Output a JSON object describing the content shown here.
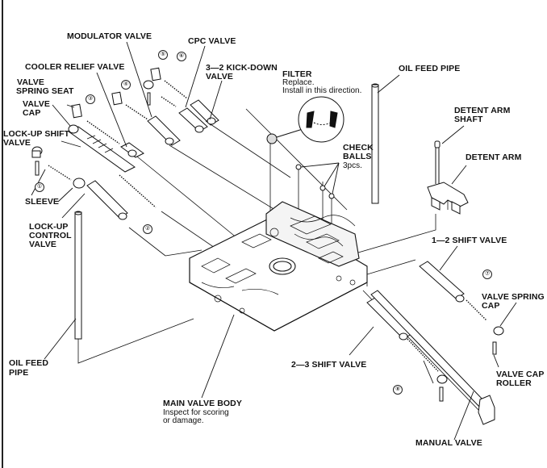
{
  "diagram": {
    "title": "Main Valve Body Exploded View",
    "labels": {
      "modulator_valve": "MODULATOR VALVE",
      "cpc_valve": "CPC VALVE",
      "kickdown_valve_1": "3—2  KICK-DOWN",
      "kickdown_valve_2": "VALVE",
      "cooler_relief_valve": "COOLER RELIEF VALVE",
      "valve_spring_seat_1": "VALVE",
      "valve_spring_seat_2": "SPRING SEAT",
      "valve_cap_1": "VALVE",
      "valve_cap_2": "CAP",
      "lockup_shift_valve_1": "LOCK-UP SHIFT",
      "lockup_shift_valve_2": "VALVE",
      "sleeve": "SLEEVE",
      "lockup_control_valve_1": "LOCK-UP",
      "lockup_control_valve_2": "CONTROL",
      "lockup_control_valve_3": "VALVE",
      "oil_feed_pipe_left_1": "OIL  FEED",
      "oil_feed_pipe_left_2": "PIPE",
      "filter": "FILTER",
      "filter_note_1": "Replace.",
      "filter_note_2": "Install in this direction.",
      "oil_feed_pipe_right": "OIL FEED PIPE",
      "detent_arm_shaft_1": "DETENT ARM",
      "detent_arm_shaft_2": "SHAFT",
      "detent_arm": "DETENT ARM",
      "check_balls_1": "CHECK",
      "check_balls_2": "BALLS",
      "check_balls_note": "3pcs.",
      "shift_valve_12": "1—2 SHIFT VALVE",
      "valve_spring_cap_1": "VALVE SPRING",
      "valve_spring_cap_2": "CAP",
      "shift_valve_23": "2—3 SHIFT VALVE",
      "valve_cap_roller_1": "VALVE CAP",
      "valve_cap_roller_2": "ROLLER",
      "main_valve_body": "MAIN VALVE BODY",
      "main_valve_body_note_1": "Inspect for scoring",
      "main_valve_body_note_2": "or damage.",
      "manual_valve": "MANUAL VALVE"
    },
    "spring_numbers": [
      "①",
      "②",
      "③",
      "④",
      "⑤",
      "⑥",
      "⑦",
      "⑧"
    ]
  }
}
